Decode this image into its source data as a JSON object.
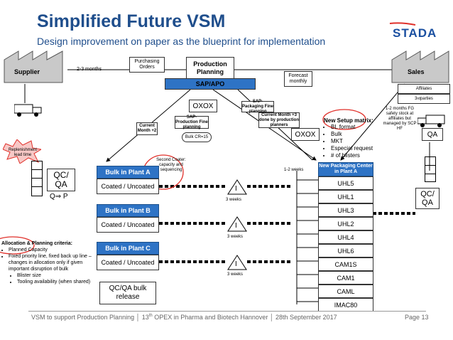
{
  "header": {
    "title": "Simplified Future VSM",
    "subtitle": "Design improvement on paper as the blueprint for implementation",
    "logo": "STADA"
  },
  "top": {
    "supplier": "Supplier",
    "supplier_freq": "2-3 months",
    "purchasing_orders": "Purchasing Orders",
    "production_planning": "Production Planning",
    "sap_apo": "SAP/APO",
    "forecast": "Forecast monthly",
    "sales": "Sales",
    "affiliates": "Affiliates",
    "third_parties_pre": "3",
    "third_parties_sup": "rd",
    "third_parties_post": " parties"
  },
  "middle": {
    "oxox_left": "OXOX",
    "oxox_right": "OXOX",
    "sap_prod": "SAP- Production Fine planning",
    "sap_pack": "SAP- Packaging Fine planning",
    "current_month_2": "Current Month +2",
    "current_month_3": "Current Month +3 done by production planners",
    "bulk_cr": "Bulk CR=15",
    "second_coater": "Second Coater: capacity and sequencing",
    "replenishment": "Replenishment lead time",
    "qc_qa_left": "QC/ QA",
    "q_arrow": "Q⇒ P",
    "lead_1_2": "1-2 weeks",
    "fg_stock": "1-2 months FG safety stock at affiliates but managed by SCP HF",
    "qa_right": "QA",
    "qc_qa_right": "QC/ QA"
  },
  "setup_matrix": {
    "title": "New Setup matrix:",
    "items": [
      "BL format",
      "Bulk",
      "MKT",
      "Especial request",
      "# of blisters"
    ]
  },
  "plants": [
    {
      "name": "Bulk in Plant A",
      "process": "Coated / Uncoated",
      "lead": "3 weeks"
    },
    {
      "name": "Bulk in Plant B",
      "process": "Coated / Uncoated",
      "lead": "3 weeks"
    },
    {
      "name": "Bulk in Plant C",
      "process": "Coated / Uncoated",
      "lead": "3 weeks"
    }
  ],
  "inventory_symbol": "I",
  "qcqa_bulk": "QC/QA bulk release",
  "packaging": {
    "title": "New Packaging Center in Plant A",
    "lines": [
      "UHL5",
      "UHL1",
      "UHL3",
      "UHL2",
      "UHL4",
      "UHL6",
      "CAM1S",
      "CAM1",
      "CAML",
      "IMAC80"
    ]
  },
  "allocation": {
    "title": "Allocation & Planning criteria:",
    "items": [
      "Planned Capacity",
      "Fixed priority line, fixed back up line – changes in allocation only if given important disruption of bulk"
    ],
    "subitems": [
      "Blister size",
      "Tooling availability (when shared)"
    ]
  },
  "footer": {
    "part1": "VSM to support Production Planning",
    "sep": "│",
    "part2_pre": "13",
    "part2_sup": "th",
    "part2_post": " OPEX in Pharma and Biotech Hannover",
    "part3": "28th September 2017",
    "page": "Page 13"
  },
  "colors": {
    "title": "#1f4e8c",
    "header_blue": "#2e73c5",
    "highlight_red": "#e0302a",
    "logo_blue": "#1a4fa0"
  }
}
